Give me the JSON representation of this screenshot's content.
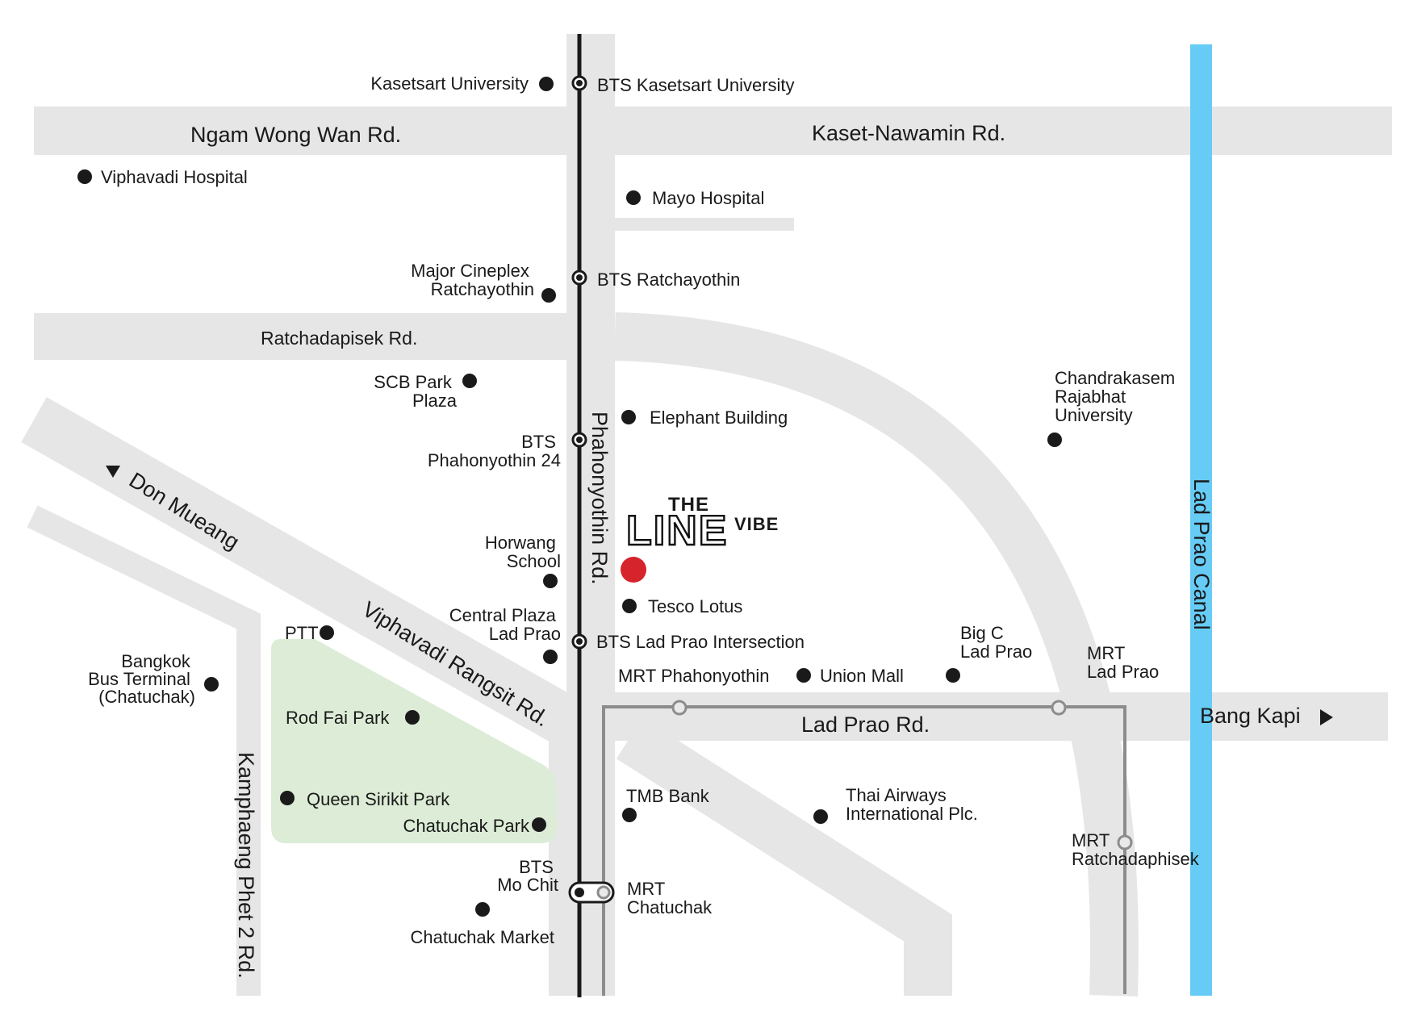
{
  "roads": {
    "ngam_wong_wan": "Ngam Wong Wan Rd.",
    "kaset_nawamin": "Kaset-Nawamin Rd.",
    "ratchadapisek": "Ratchadapisek Rd.",
    "phahonyothin": "Phahonyothin Rd.",
    "viphavadi_rangsit": "Viphavadi Rangsit Rd.",
    "don_mueang": "Don Mueang",
    "lad_prao": "Lad Prao Rd.",
    "bang_kapi": "Bang Kapi",
    "kamphaeng_phet_2": "Kamphaeng Phet 2 Rd.",
    "lad_prao_canal": "Lad Prao Canal"
  },
  "bts_stations": {
    "kasetsart": "BTS Kasetsart University",
    "ratchayothin": "BTS Ratchayothin",
    "phahonyothin_24": [
      "BTS",
      "Phahonyothin 24"
    ],
    "lad_prao_intersection": "BTS Lad Prao Intersection",
    "mo_chit": [
      "BTS",
      "Mo Chit"
    ]
  },
  "mrt_stations": {
    "phahonyothin": "MRT Phahonyothin",
    "lad_prao": [
      "MRT",
      "Lad Prao"
    ],
    "chatuchak": [
      "MRT",
      "Chatuchak"
    ],
    "ratchadaphisek": [
      "MRT",
      "Ratchadaphisek"
    ]
  },
  "places": {
    "kasetsart_university": "Kasetsart University",
    "viphavadi_hospital": "Viphavadi Hospital",
    "mayo_hospital": "Mayo Hospital",
    "major_cineplex": [
      "Major Cineplex",
      "Ratchayothin"
    ],
    "scb_park_plaza": [
      "SCB Park",
      "Plaza"
    ],
    "elephant_building": "Elephant Building",
    "chandrakasem": [
      "Chandrakasem",
      "Rajabhat",
      "University"
    ],
    "horwang_school": [
      "Horwang",
      "School"
    ],
    "tesco_lotus": "Tesco Lotus",
    "central_plaza": [
      "Central Plaza",
      "Lad Prao"
    ],
    "ptt": "PTT",
    "bangkok_bus_terminal": [
      "Bangkok",
      "Bus Terminal",
      "(Chatuchak)"
    ],
    "union_mall": "Union Mall",
    "big_c": [
      "Big C",
      "Lad Prao"
    ],
    "rod_fai_park": "Rod Fai Park",
    "queen_sirikit_park": "Queen Sirikit Park",
    "chatuchak_park": "Chatuchak Park",
    "tmb_bank": "TMB Bank",
    "thai_airways": [
      "Thai Airways",
      "International Plc."
    ],
    "chatuchak_market": "Chatuchak Market"
  },
  "logo": {
    "the": "THE",
    "line": "LINE",
    "vibe": "VIBE"
  },
  "icons": {
    "project": "project-location-marker",
    "direction": "triangle-arrow-icon"
  },
  "colors": {
    "road": "#e6e6e6",
    "park": "#dcecd6",
    "canal": "#66ccf5",
    "bts_line": "#1a1a1a",
    "mrt_line": "#8c8c8c",
    "project_marker": "#d7232c"
  }
}
